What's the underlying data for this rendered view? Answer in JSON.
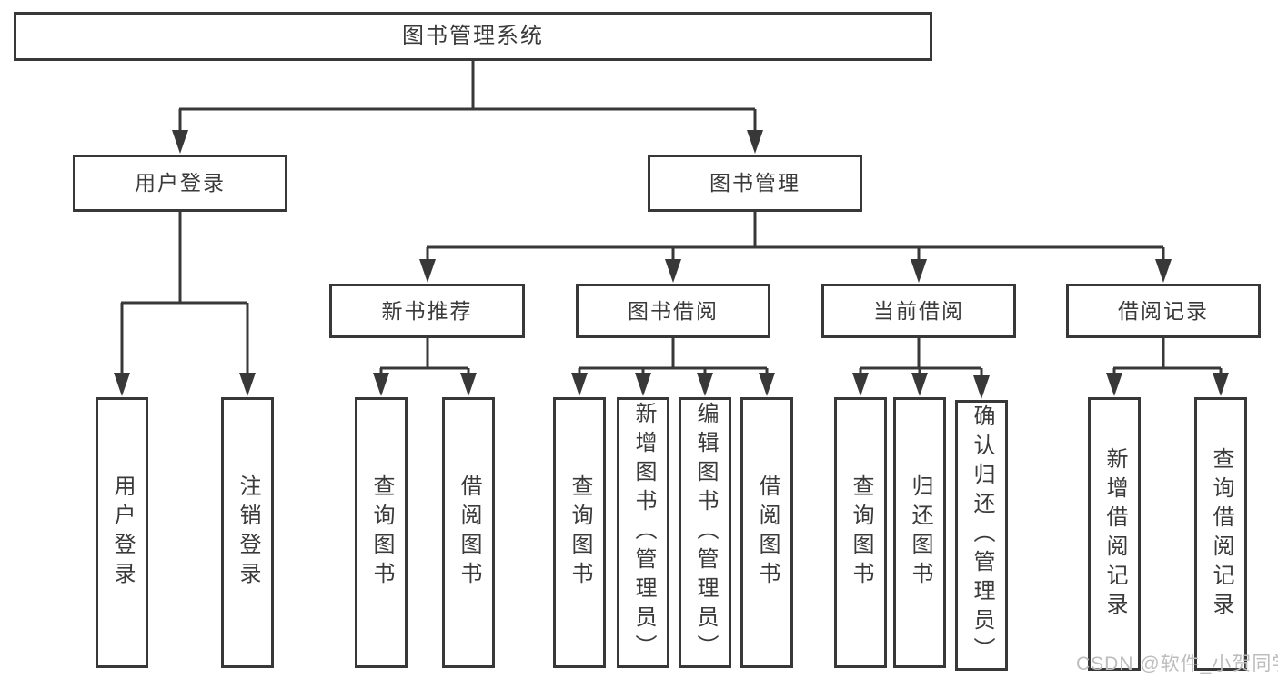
{
  "diagram": {
    "tree": {
      "root": "图书管理系统",
      "children": [
        {
          "label": "用户登录",
          "children": [
            {
              "label": "用户登录"
            },
            {
              "label": "注销登录"
            }
          ]
        },
        {
          "label": "图书管理",
          "children": [
            {
              "label": "新书推荐",
              "children": [
                {
                  "label": "查询图书"
                },
                {
                  "label": "借阅图书"
                }
              ]
            },
            {
              "label": "图书借阅",
              "children": [
                {
                  "label": "查询图书"
                },
                {
                  "label": "新增图书（管理员）"
                },
                {
                  "label": "编辑图书（管理员）"
                },
                {
                  "label": "借阅图书"
                }
              ]
            },
            {
              "label": "当前借阅",
              "children": [
                {
                  "label": "查询图书"
                },
                {
                  "label": "归还图书"
                },
                {
                  "label": "确认归还（管理员）"
                }
              ]
            },
            {
              "label": "借阅记录",
              "children": [
                {
                  "label": "新增借阅记录"
                },
                {
                  "label": "查询借阅记录"
                }
              ]
            }
          ]
        }
      ]
    }
  },
  "watermark": {
    "text": "CSDN @软件_小贺同学"
  },
  "colors": {
    "line": "#383838",
    "text": "#3a3a3a",
    "box_bg": "#ffffff",
    "background": "#ffffff",
    "watermark": "#bdbdbd"
  }
}
